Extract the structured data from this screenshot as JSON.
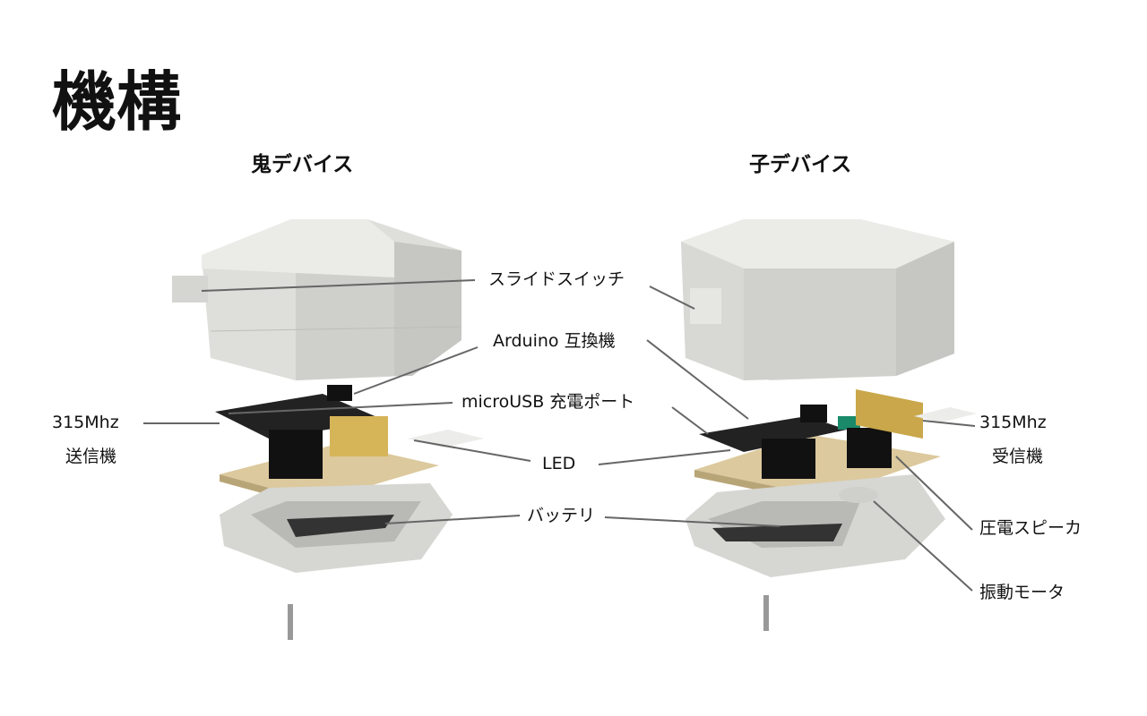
{
  "title": "機構",
  "devices": {
    "oni": {
      "label": "鬼デバイス"
    },
    "ko": {
      "label": "子デバイス"
    }
  },
  "labels": {
    "slide_switch": "スライドスイッチ",
    "arduino": "Arduino 互換機",
    "microusb": "microUSB 充電ポート",
    "led": "LED",
    "battery": "バッテリ",
    "tx_freq": "315Mhz",
    "tx": "送信機",
    "rx_freq": "315Mhz",
    "rx": "受信機",
    "speaker": "圧電スピーカ",
    "motor": "振動モータ"
  },
  "colors": {
    "shell": "#dcdcd8",
    "board": "#d8c69a",
    "component": "#1a1a1a",
    "leader": "#666666"
  }
}
